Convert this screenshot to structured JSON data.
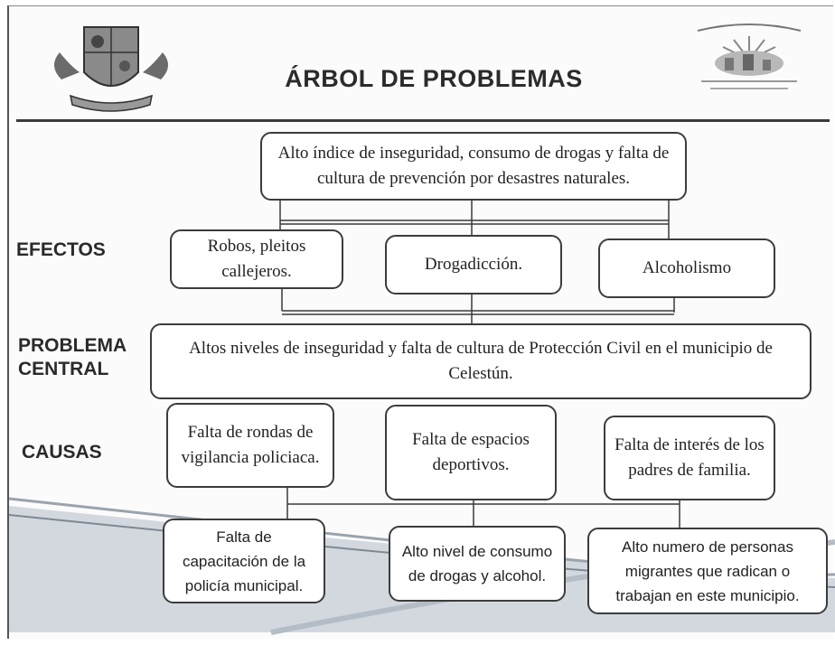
{
  "title": "ÁRBOL DE PROBLEMAS",
  "labels": {
    "effects": "EFECTOS",
    "central_line1": "PROBLEMA",
    "central_line2": "CENTRAL",
    "causes": "CAUSAS"
  },
  "top_effect": "Alto índice de inseguridad, consumo de drogas y falta de cultura de prevención por desastres naturales.",
  "effects": [
    "Robos, pleitos callejeros.",
    "Drogadicción.",
    "Alcoholismo"
  ],
  "central_problem": "Altos  niveles de inseguridad y falta de cultura de Protección Civil en el municipio de Celestún.",
  "causes": [
    "Falta de rondas de vigilancia policiaca.",
    "Falta de espacios deportivos.",
    "Falta de interés de los padres de familia."
  ],
  "root_causes": [
    "Falta de capacitación de la policía municipal.",
    "Alto nivel de consumo de drogas y alcohol.",
    "Alto numero de personas migrantes que radican o trabajan en este municipio."
  ],
  "logos": {
    "left": "municipal-coat-of-arms",
    "right": "civil-protection-emblem"
  },
  "colors": {
    "ink": "#2b2b2b",
    "box_border": "#3c3c3c",
    "decor_band": "#c9ced6"
  }
}
